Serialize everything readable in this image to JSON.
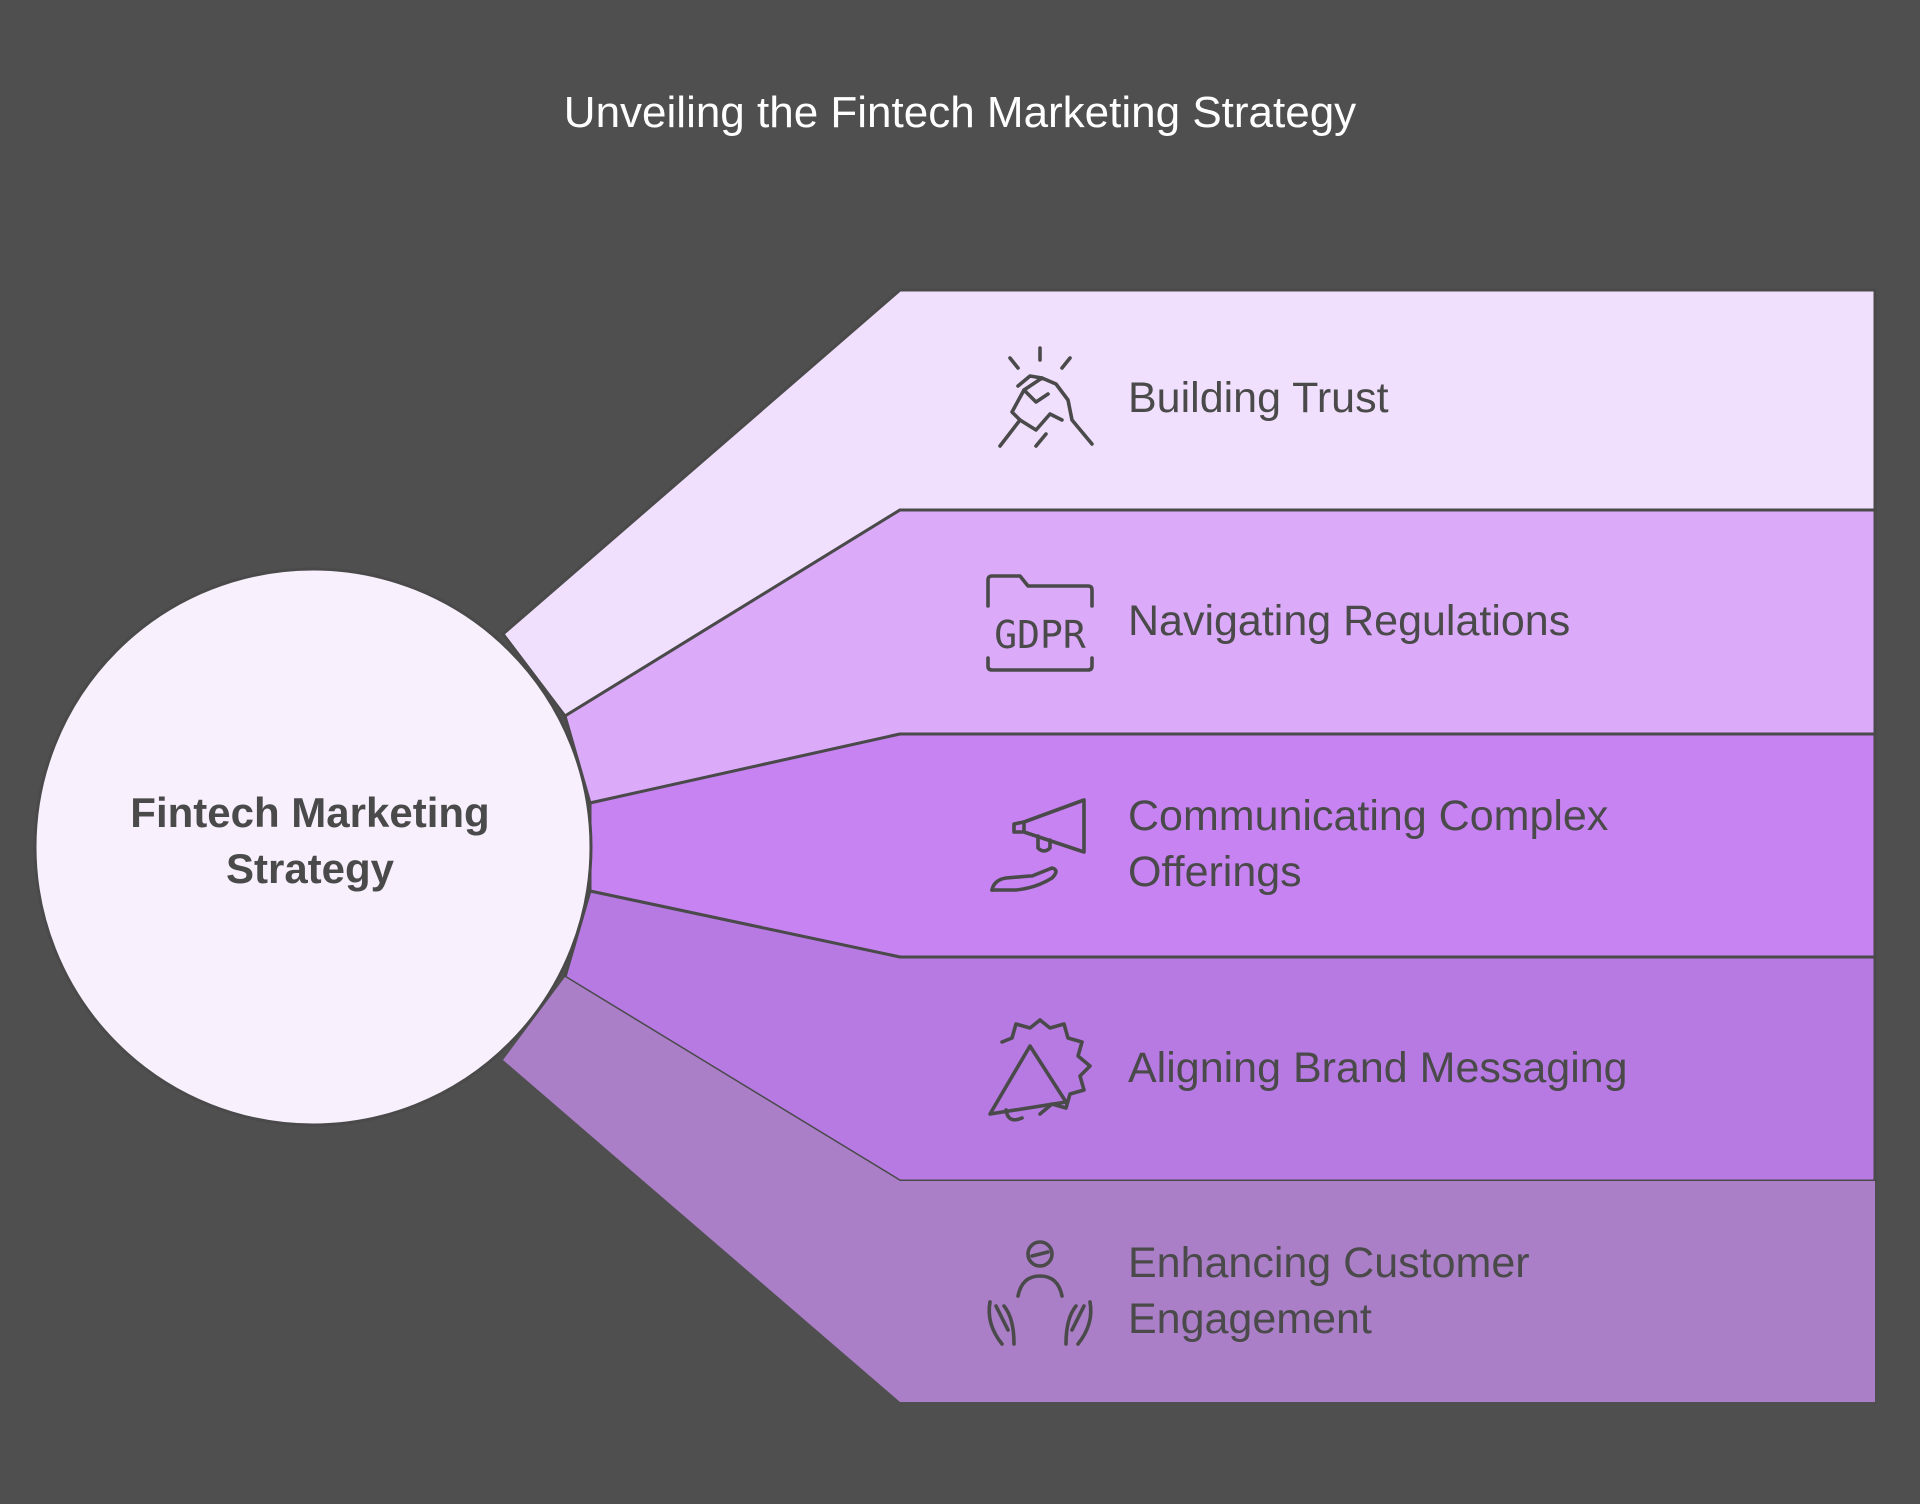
{
  "title": "Unveiling the Fintech Marketing Strategy",
  "center": {
    "line1": "Fintech Marketing",
    "line2": "Strategy"
  },
  "colors": {
    "background": "#4f4f4f",
    "center_fill": "#f8f0fd",
    "outline": "#4a4a4a",
    "text": "#4a4a4a",
    "title": "#ffffff"
  },
  "branches": [
    {
      "lines": [
        "Building Trust"
      ],
      "icon": "handshake-icon",
      "color": "#f1e0fd"
    },
    {
      "lines": [
        "Navigating Regulations"
      ],
      "icon": "gdpr-folder-icon",
      "color": "#dbaaf9"
    },
    {
      "lines": [
        "Communicating Complex",
        "Offerings"
      ],
      "icon": "megaphone-hand-icon",
      "color": "#c683f1"
    },
    {
      "lines": [
        "Aligning Brand Messaging"
      ],
      "icon": "megaphone-badge-icon",
      "color": "#b67ae2"
    },
    {
      "lines": [
        "Enhancing Customer",
        "Engagement"
      ],
      "icon": "person-hands-icon",
      "color": "#aa7fc7"
    }
  ],
  "icon_text": {
    "gdpr": "GDPR"
  }
}
